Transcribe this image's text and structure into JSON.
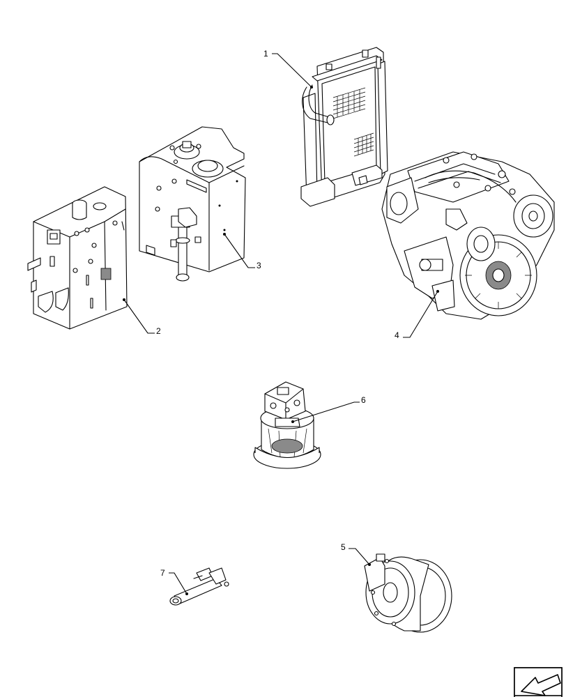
{
  "callouts": [
    {
      "id": "1",
      "text": "1",
      "part": "radiator"
    },
    {
      "id": "2",
      "text": "2",
      "part": "fuel-tank"
    },
    {
      "id": "3",
      "text": "3",
      "part": "hydraulic-tank"
    },
    {
      "id": "4",
      "text": "4",
      "part": "engine"
    },
    {
      "id": "5",
      "text": "5",
      "part": "travel-motor"
    },
    {
      "id": "6",
      "text": "6",
      "part": "swing-motor"
    },
    {
      "id": "7",
      "text": "7",
      "part": "cylinder-valve"
    }
  ],
  "navigation": {
    "icon": "next-page-arrow-icon"
  }
}
